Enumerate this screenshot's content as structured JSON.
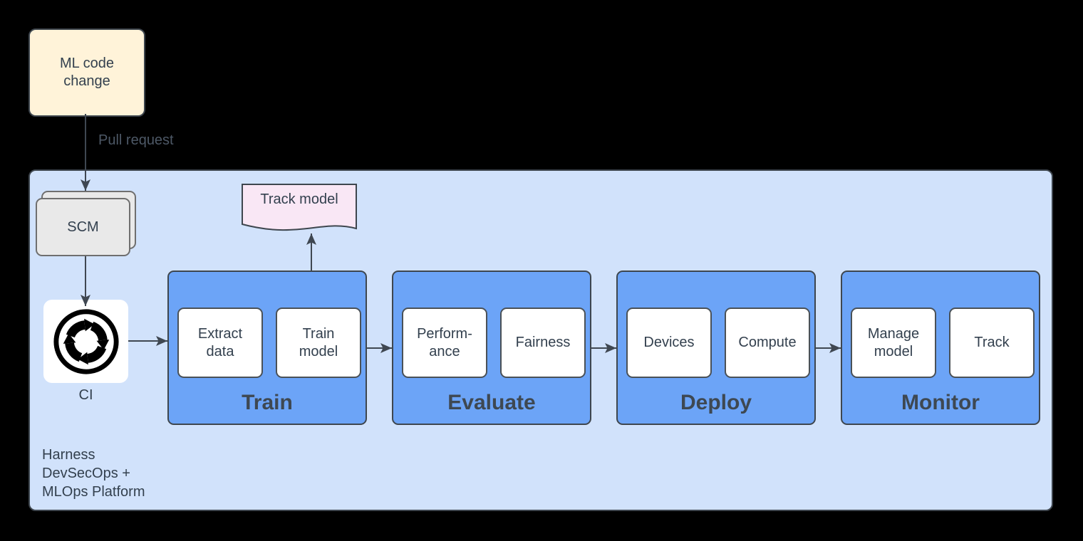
{
  "colors": {
    "canvas_bg": "#000000",
    "platform_fill": "#D1E2FB",
    "node_stroke": "#3E464E",
    "stage_fill": "#6CA4F7",
    "step_fill": "#FFFFFF",
    "step_stroke": "#4A5157",
    "ml_fill": "#FFF3D9",
    "scm_fill": "#E9E9E9",
    "scm_stroke": "#6F6F6F",
    "doc_fill": "#F9E7F5",
    "arrow": "#3F4751",
    "text": "#33404E",
    "title_text": "#3E4852",
    "muted_text": "#4D5866",
    "ci_icon": "#000000"
  },
  "icons": {
    "ci_icon": "circular-arrows-cycle"
  },
  "flow": {
    "ml_code_change_label": "ML code\nchange",
    "pull_request_label": "Pull request",
    "scm_label": "SCM",
    "ci_label": "CI",
    "track_model_label": "Track model",
    "platform_label": "Harness\nDevSecOps +\nMLOps Platform"
  },
  "stages": [
    {
      "title": "Train",
      "steps": [
        {
          "label": "Extract\ndata"
        },
        {
          "label": "Train\nmodel"
        }
      ]
    },
    {
      "title": "Evaluate",
      "steps": [
        {
          "label": "Perform-\nance"
        },
        {
          "label": "Fairness"
        }
      ]
    },
    {
      "title": "Deploy",
      "steps": [
        {
          "label": "Devices"
        },
        {
          "label": "Compute"
        }
      ]
    },
    {
      "title": "Monitor",
      "steps": [
        {
          "label": "Manage\nmodel"
        },
        {
          "label": "Track"
        }
      ]
    }
  ],
  "edges": [
    "ml-code-change -> scm (Pull request)",
    "scm -> ci",
    "ci -> train",
    "train -> track-model-doc",
    "train -> evaluate",
    "evaluate -> deploy",
    "deploy -> monitor"
  ]
}
